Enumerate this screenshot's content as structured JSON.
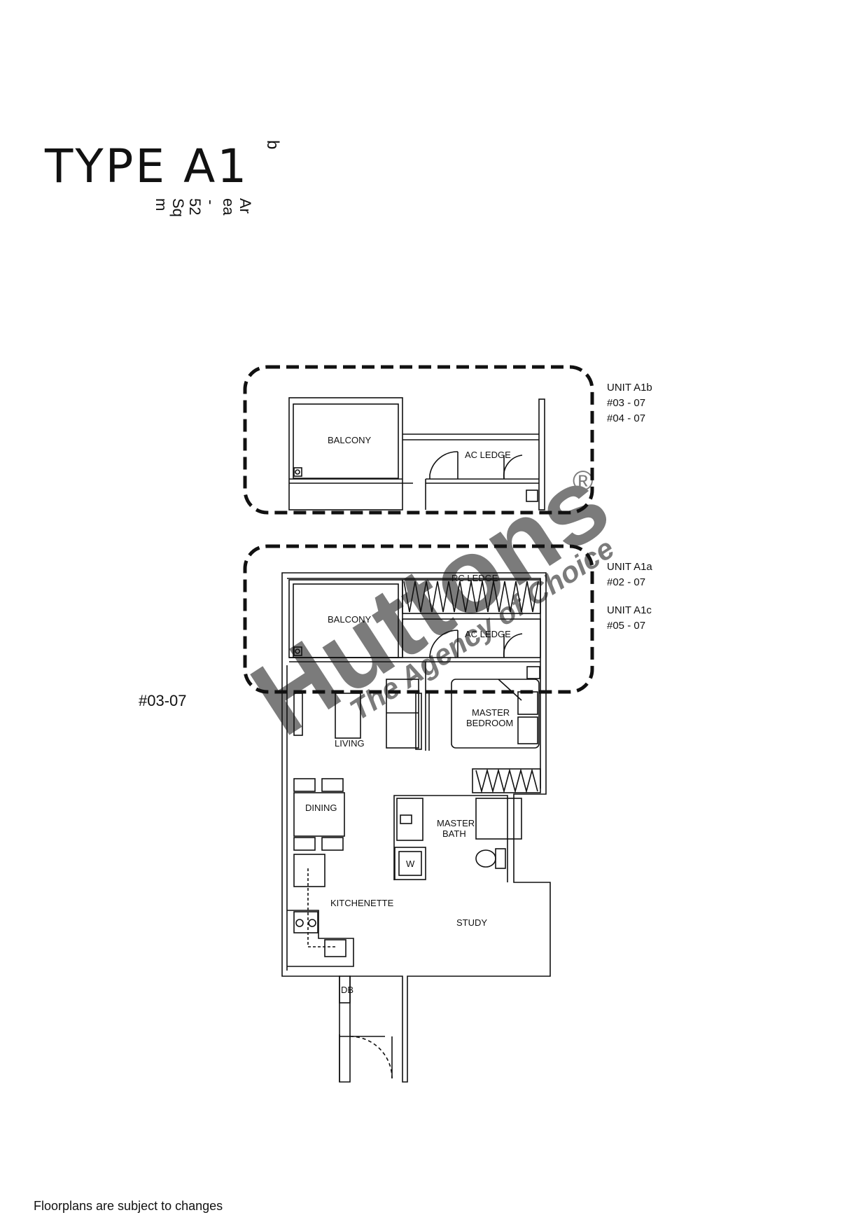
{
  "header": {
    "type_title": "TYPE A1",
    "variant_letter": "b",
    "rotated_cols": [
      "Ar\nea",
      "-",
      "52\nSq\nm"
    ]
  },
  "unit_groups": [
    {
      "lines": [
        "UNIT A1b",
        "#03 - 07",
        "#04 - 07"
      ]
    },
    {
      "lines": [
        "UNIT A1a",
        "#02 - 07",
        "",
        "UNIT A1c",
        "#05 - 07"
      ]
    }
  ],
  "unit_id": "#03-07",
  "rooms": {
    "balcony_top": "BALCONY",
    "ac_ledge_top": "AC  LEDGE",
    "rc_ledge": "RC  LEDGE",
    "balcony": "BALCONY",
    "ac_ledge": "AC  LEDGE",
    "living": "LIVING",
    "master_bedroom": [
      "MASTER",
      "BEDROOM"
    ],
    "dining": "DINING",
    "master_bath": [
      "MASTER",
      "BATH"
    ],
    "kitchenette": "KITCHENETTE",
    "study": "STUDY",
    "db": "DB",
    "washer": "W"
  },
  "watermark": {
    "brand": "Huttons",
    "tagline": "The Agency of Choice",
    "mark": "®",
    "color": "#c9c9cf",
    "tagline_color": "#f5c7a0"
  },
  "footer": "Floorplans are subject to changes"
}
